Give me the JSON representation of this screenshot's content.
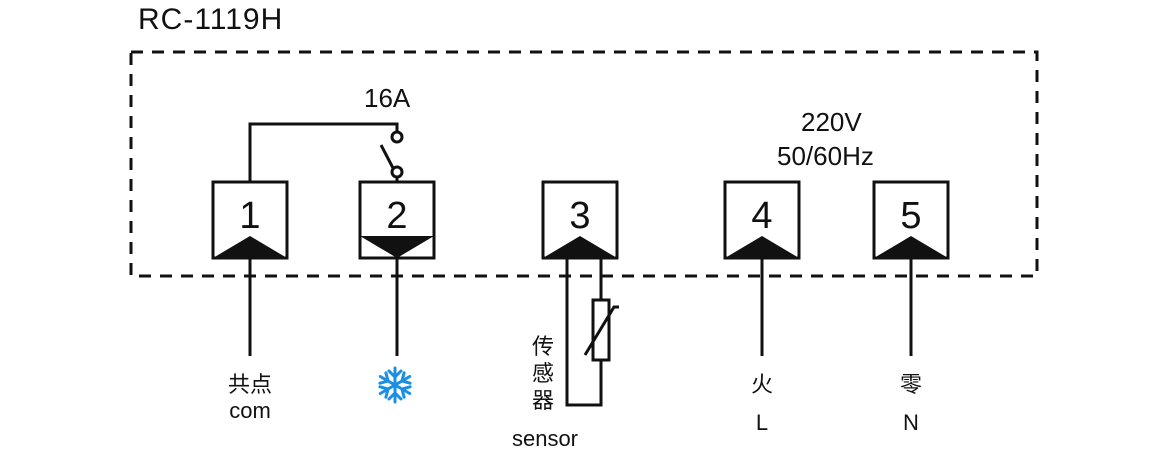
{
  "model": "RC-1119H",
  "relay_rating": "16A",
  "power": {
    "voltage": "220V",
    "frequency": "50/60Hz"
  },
  "terminals": [
    {
      "number": "1",
      "label_cn": "共点",
      "label_en": "com"
    },
    {
      "number": "2",
      "label_cn": "",
      "label_en": "",
      "icon": "snowflake-icon"
    },
    {
      "number": "3",
      "label_cn": "传感器",
      "label_en": "sensor"
    },
    {
      "number": "4",
      "label_cn": "火",
      "label_en": "L"
    },
    {
      "number": "5",
      "label_cn": "零",
      "label_en": "N"
    }
  ],
  "colors": {
    "line": "#111111",
    "snowflake": "#1a8fe3"
  }
}
